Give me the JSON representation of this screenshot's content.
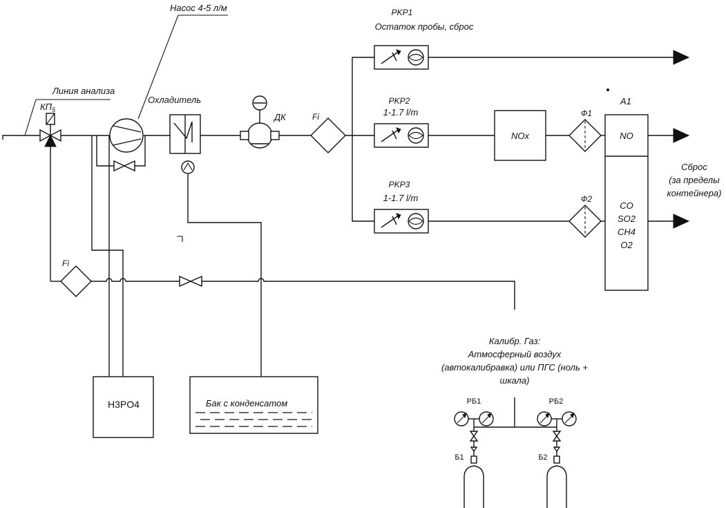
{
  "labels": {
    "pump": "Насос 4-5 л/м",
    "analysis_line": "Линия анализа",
    "kp5": "КП",
    "kp5_sub": "5",
    "cooler": "Охладитель",
    "dk": "ДК",
    "fi_main": "Fi",
    "fi_bottom": "Fi",
    "pkp1": "PKP1",
    "pkp1_desc": "Остаток пробы, сброс",
    "pkp2": "PKP2",
    "pkp2_flow": "1-1.7 l/m",
    "pkp3": "PKP3",
    "pkp3_flow": "1-1.7 l/m",
    "nox": "NOx",
    "f1": "Ф1",
    "f2": "Ф2",
    "a1": "A1",
    "no": "NO",
    "gases": [
      "CO",
      "SO2",
      "CH4",
      "O2"
    ],
    "discharge": [
      "Сброс",
      "(за пределы",
      "контейнера)"
    ],
    "h3po4": "H3PO4",
    "condensate_tank": "Бак с конденсатом",
    "calib": [
      "Калибр. Газ:",
      "Атмосферный воздух",
      "(автокалибравка) или ПГС (ноль +",
      "шкала)"
    ],
    "rb1": "РБ1",
    "rb2": "РБ2",
    "b1": "Б1",
    "b2": "Б2"
  }
}
